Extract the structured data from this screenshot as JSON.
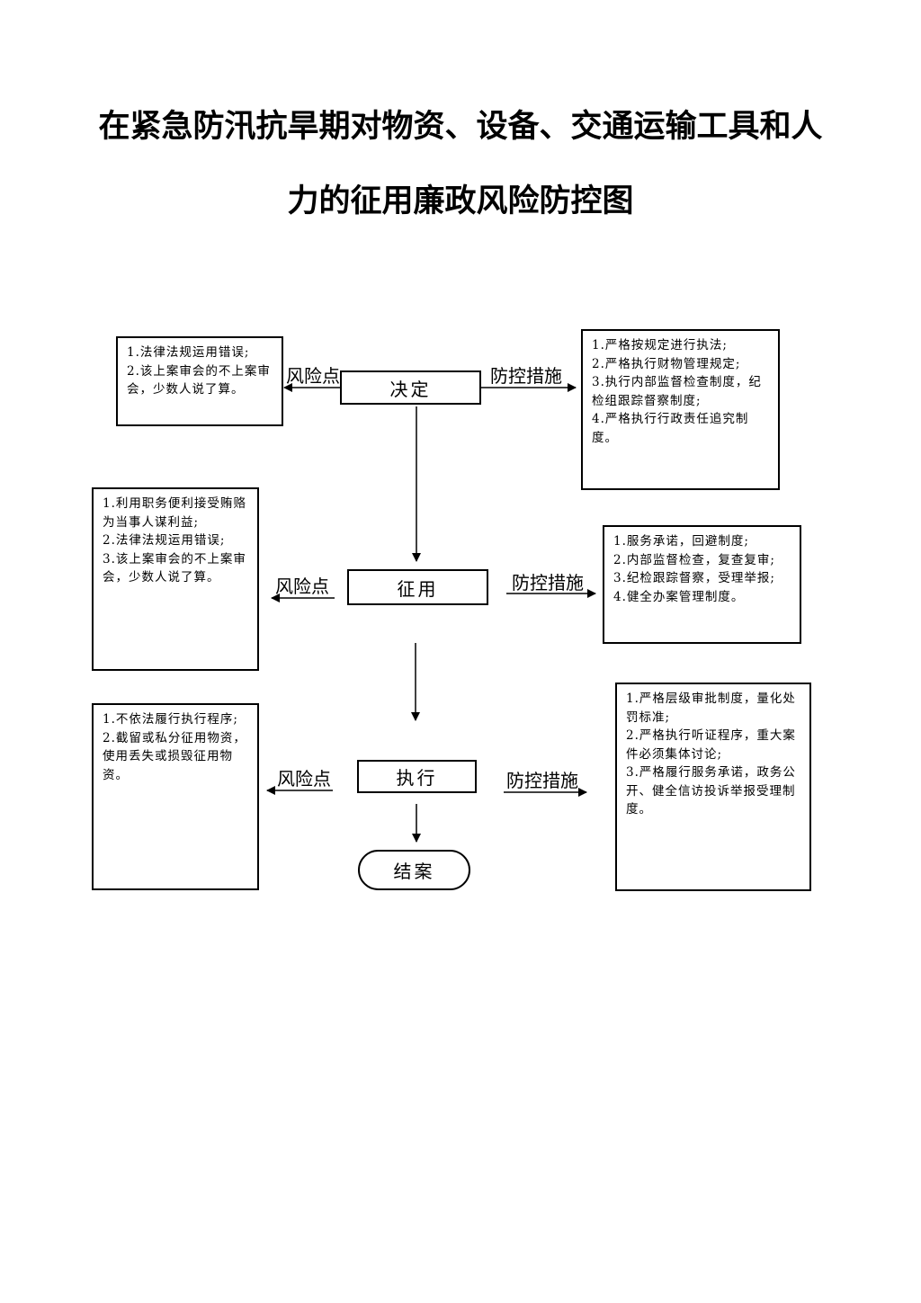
{
  "title": {
    "line1": "在紧急防汛抗旱期对物资、设备、交通运输工具和人",
    "line2": "力的征用廉政风险防控图"
  },
  "steps": {
    "decide": "决定",
    "requisition": "征用",
    "execute": "执行",
    "close": "结案"
  },
  "labels": {
    "risk_point": "风险点",
    "control_measures": "防控措施"
  },
  "risks": {
    "decide": [
      "1.法律法规运用错误;",
      "2.该上案审会的不上案审会，少数人说了算。"
    ],
    "requisition": [
      "1.利用职务便利接受贿赂为当事人谋利益;",
      "2.法律法规运用错误;",
      "3.该上案审会的不上案审会，少数人说了算。"
    ],
    "execute": [
      "1.不依法履行执行程序;",
      "2.截留或私分征用物资，使用丢失或损毁征用物资。"
    ]
  },
  "measures": {
    "decide": [
      "1.严格按规定进行执法;",
      "2.严格执行财物管理规定;",
      "3.执行内部监督检查制度，纪检组跟踪督察制度;",
      "4.严格执行行政责任追究制度。"
    ],
    "requisition": [
      "1.服务承诺，回避制度;",
      "2.内部监督检查，复查复审;",
      "3.纪检跟踪督察，受理举报;",
      "4.健全办案管理制度。"
    ],
    "execute": [
      "1.严格层级审批制度，量化处罚标准;",
      "2.严格执行听证程序，重大案件必须集体讨论;",
      "3.严格履行服务承诺，政务公开、健全信访投诉举报受理制度。"
    ]
  }
}
